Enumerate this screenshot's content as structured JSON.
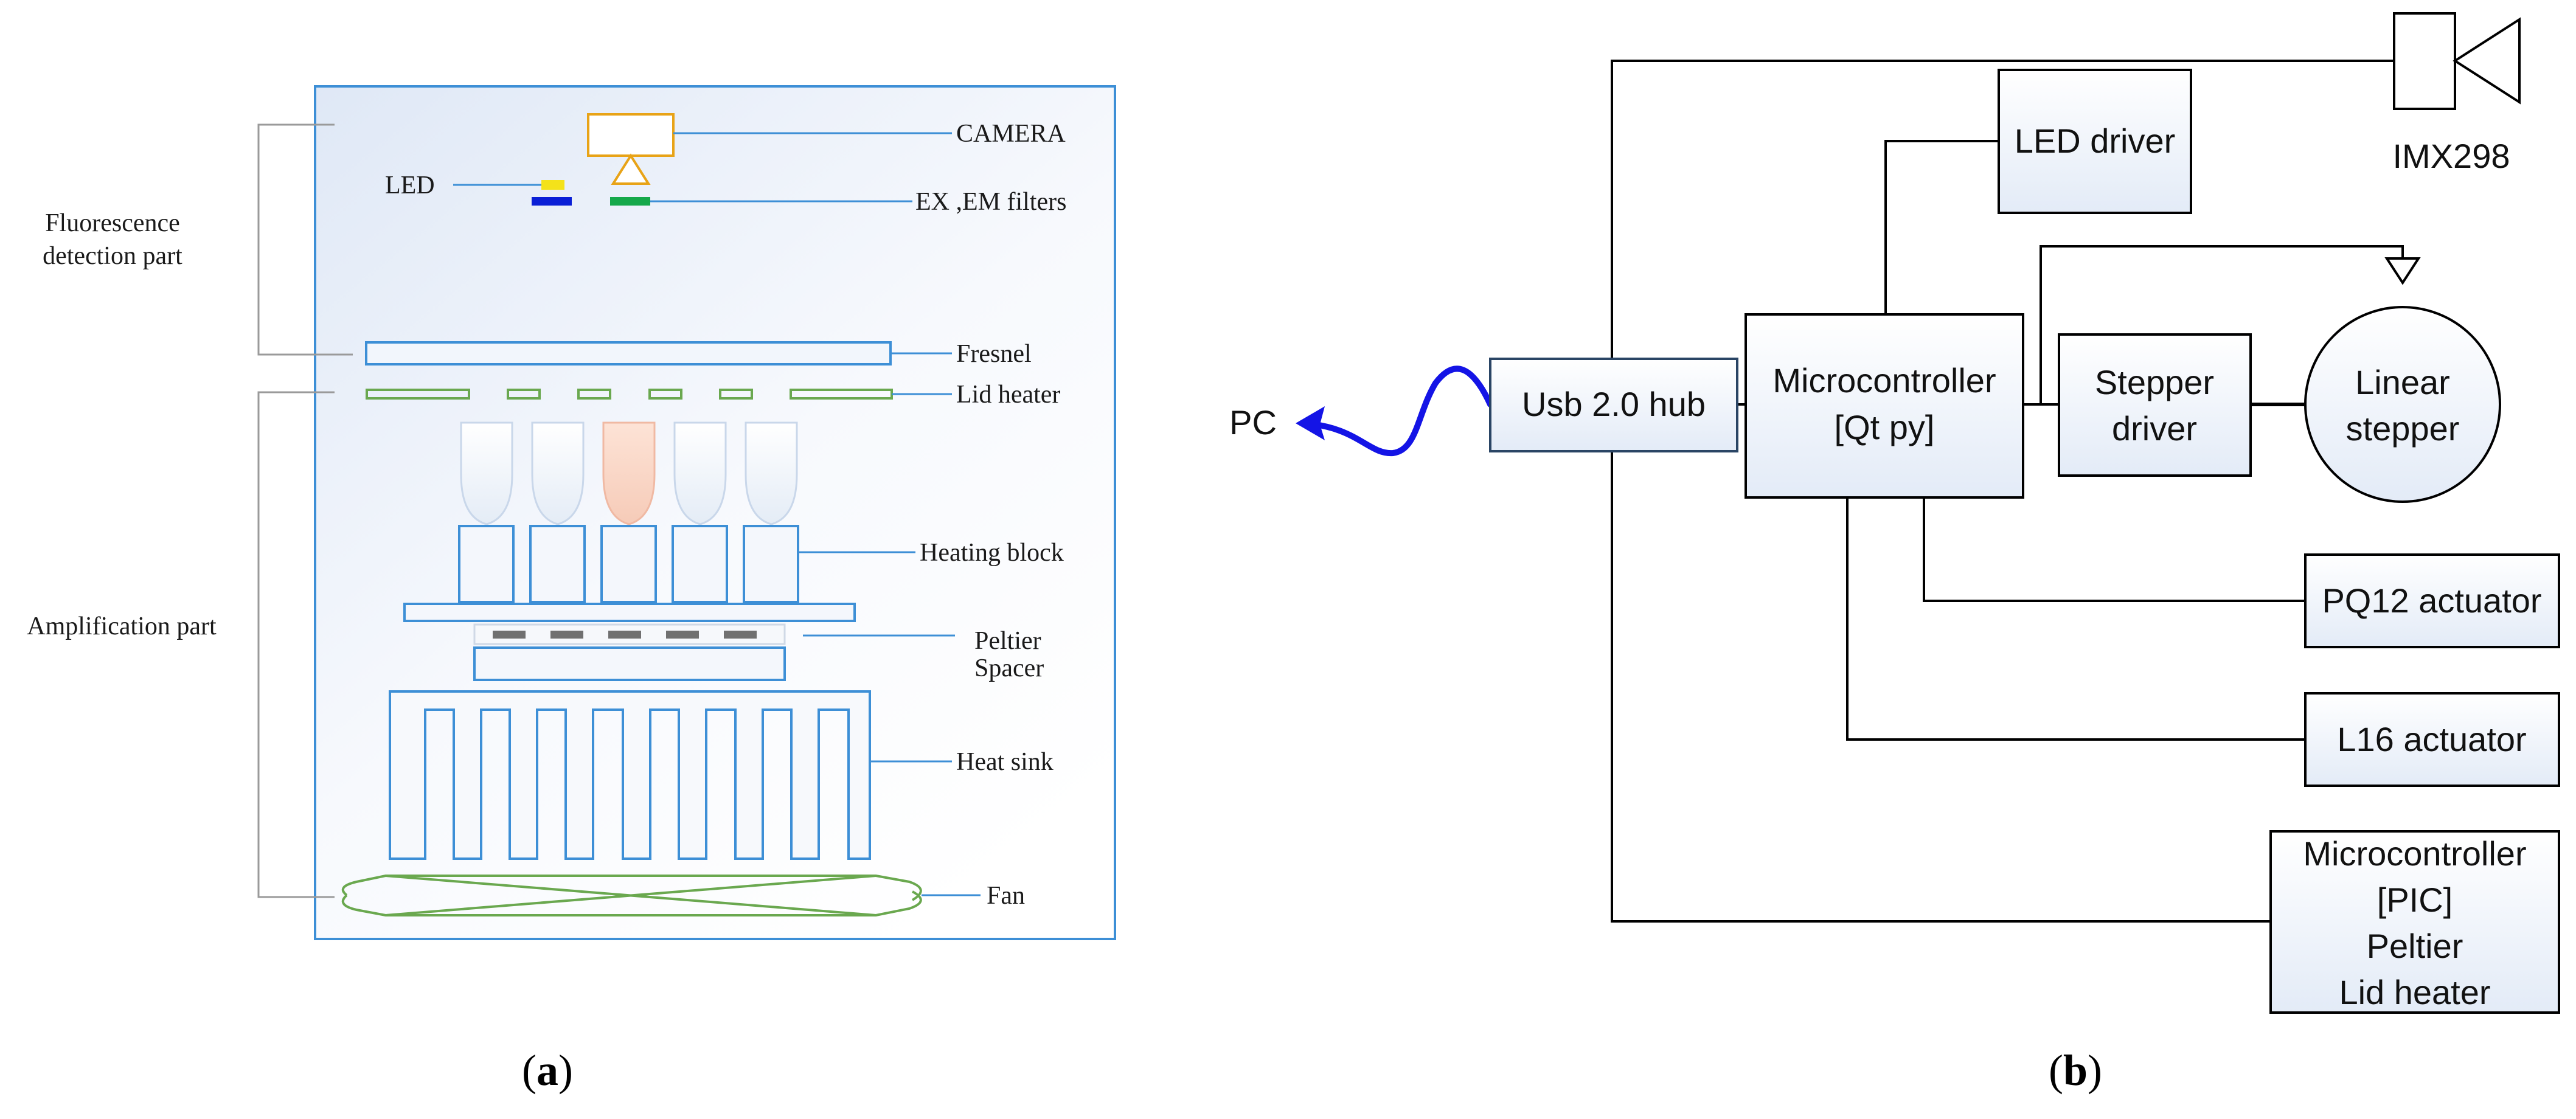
{
  "panel_a": {
    "caption_letter": "a",
    "labels": {
      "fluorescence_line1": "Fluorescence",
      "fluorescence_line2": "detection part",
      "amplification": "Amplification part",
      "led": "LED",
      "camera": "CAMERA",
      "filters": "EX ,EM filters",
      "fresnel": "Fresnel",
      "lid_heater": "Lid heater",
      "heating_block": "Heating block",
      "peltier": "Peltier",
      "spacer": "Spacer",
      "heat_sink": "Heat sink",
      "fan": "Fan"
    },
    "colors": {
      "outline": "#3d8fd6",
      "camera": "#e8a317",
      "led": "#f4e21a",
      "ex_filter": "#0a1fd6",
      "em_filter": "#15a84a",
      "lid_heater": "#6aa84f",
      "fan": "#6aa84f",
      "sample_tube": "#f8d2c2",
      "peltier_cells": "#707070"
    }
  },
  "panel_b": {
    "caption_letter": "b",
    "labels": {
      "pc": "PC",
      "usb_hub": "Usb 2.0 hub",
      "mcu_qt_line1": "Microcontroller",
      "mcu_qt_line2": "[Qt py]",
      "led_driver": "LED driver",
      "camera_sensor": "IMX298",
      "stepper_driver_line1": "Stepper",
      "stepper_driver_line2": "driver",
      "linear_stepper_line1": "Linear",
      "linear_stepper_line2": "stepper",
      "pq12": "PQ12 actuator",
      "l16": "L16 actuator",
      "mcu_pic_line1": "Microcontroller",
      "mcu_pic_line2": "[PIC]",
      "mcu_pic_line3": "Peltier",
      "mcu_pic_line4": "Lid heater"
    },
    "colors": {
      "pc_cable": "#1414e6",
      "box_fill_top": "#ffffff",
      "box_fill_bottom": "#e3ebf7"
    }
  }
}
